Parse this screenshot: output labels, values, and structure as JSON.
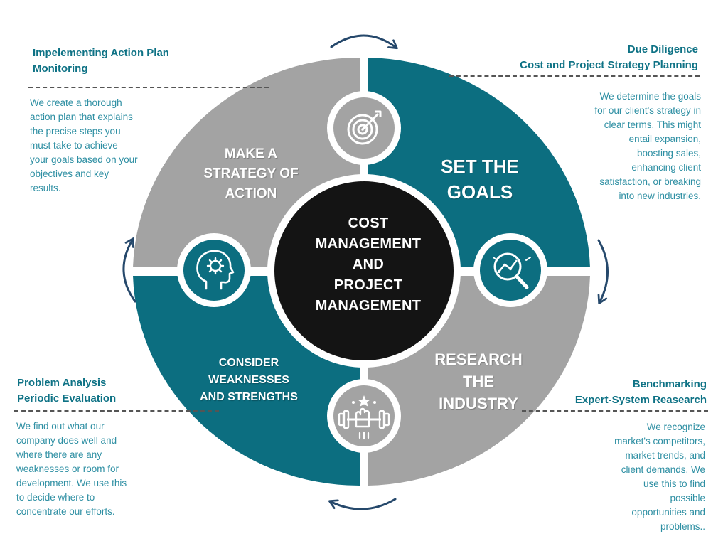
{
  "diagram": {
    "center": {
      "lines": [
        "COST",
        "MANAGEMENT",
        "AND",
        "PROJECT",
        "MANAGEMENT"
      ]
    },
    "quadrants": {
      "top_left": {
        "title_lines": [
          "MAKE A",
          "STRATEGY OF",
          "ACTION"
        ],
        "icon": "mind-gear-icon"
      },
      "top_right": {
        "title_lines": [
          "SET THE",
          "GOALS"
        ],
        "icon": "target-icon"
      },
      "bottom_right": {
        "title_lines": [
          "RESEARCH",
          "THE",
          "INDUSTRY"
        ],
        "icon": "analysis-magnifier-icon"
      },
      "bottom_left": {
        "title_lines": [
          "CONSIDER",
          "WEAKNESSES",
          "AND STRENGTHS"
        ],
        "icon": "strength-dumbbell-icon"
      }
    },
    "panels": {
      "top_left": {
        "heading_lines": [
          "Impelementing Action Plan",
          "Monitoring"
        ],
        "desc_lines": [
          "We create a thorough",
          "action plan that explains",
          "the precise steps you",
          "must take to achieve",
          "your goals based on your",
          "objectives and key",
          "results."
        ]
      },
      "top_right": {
        "heading_lines": [
          "Due Diligence",
          "Cost and Project Strategy Planning"
        ],
        "desc_lines": [
          "We determine the goals",
          "for our client's strategy in",
          "clear terms. This might",
          "entail expansion,",
          "boosting sales,",
          "enhancing client",
          "satisfaction, or breaking",
          "into new industries."
        ]
      },
      "bottom_left": {
        "heading_lines": [
          "Problem Analysis",
          "Periodic Evaluation"
        ],
        "desc_lines": [
          "We find out what our",
          "company does well and",
          "where there are any",
          "weaknesses or room for",
          "development. We use this",
          "to decide where to",
          "concentrate our efforts."
        ]
      },
      "bottom_right": {
        "heading_lines": [
          "Benchmarking",
          "Expert-System Reasearch"
        ],
        "desc_lines": [
          "We recognize",
          "market's competitors,",
          "market trends, and",
          "client demands. We",
          "use this to find",
          "possible",
          "opportunities and",
          "problems.."
        ]
      }
    },
    "colors": {
      "teal": "#0c6e80",
      "gray": "#a3a3a3",
      "center": "#141414",
      "heading_text": "#0e7285",
      "desc_text": "#2e8fa3",
      "arrow": "#25486b"
    }
  }
}
